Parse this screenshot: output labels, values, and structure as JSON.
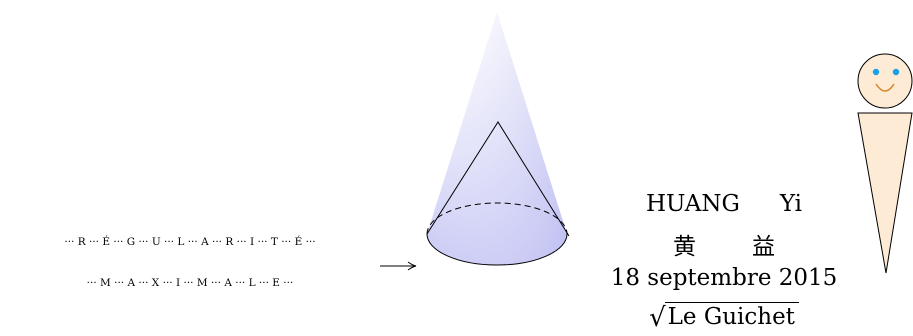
{
  "word_regularite": [
    "R",
    "É",
    "G",
    "U",
    "L",
    "A",
    "R",
    "I",
    "T",
    "É"
  ],
  "word_maximale": [
    "M",
    "A",
    "X",
    "I",
    "M",
    "A",
    "L",
    "E"
  ],
  "separator": "···",
  "author_latin_family": "HUANG",
  "author_latin_given": "Yi",
  "author_cjk_family": "黄",
  "author_cjk_given": "益",
  "date": "18 septembre 2015",
  "venue": "Le Guichet",
  "colors": {
    "cone_fill": "#c8c8f5",
    "face_skin": "#fdebd6",
    "eye": "#1aa0e6",
    "mouth": "#d98a2b"
  }
}
